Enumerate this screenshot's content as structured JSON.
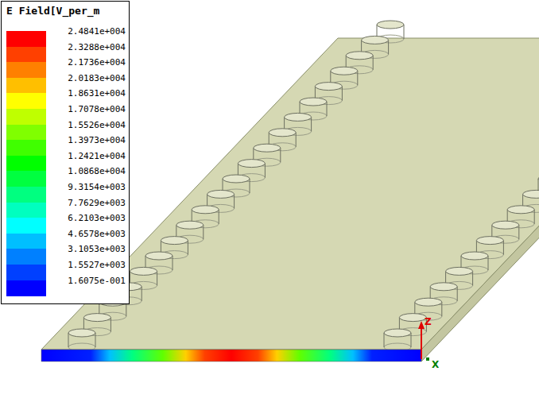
{
  "diagram": {
    "title": "E Field[V_per_m",
    "labels": [
      "Z",
      "X"
    ],
    "legend": [
      {
        "text": "2.4841e+004",
        "color": "#ff0000"
      },
      {
        "text": "2.3288e+004",
        "color": "#ff4000"
      },
      {
        "text": "2.1736e+004",
        "color": "#ff8000"
      },
      {
        "text": "2.0183e+004",
        "color": "#ffbf00"
      },
      {
        "text": "1.8631e+004",
        "color": "#ffff00"
      },
      {
        "text": "1.7078e+004",
        "color": "#bfff00"
      },
      {
        "text": "1.5526e+004",
        "color": "#80ff00"
      },
      {
        "text": "1.3973e+004",
        "color": "#40ff00"
      },
      {
        "text": "1.2421e+004",
        "color": "#00ff00"
      },
      {
        "text": "1.0868e+004",
        "color": "#00ff40"
      },
      {
        "text": "9.3154e+003",
        "color": "#00ff80"
      },
      {
        "text": "7.7629e+003",
        "color": "#00ffbf"
      },
      {
        "text": "6.2103e+003",
        "color": "#00ffff"
      },
      {
        "text": "4.6578e+003",
        "color": "#00bfff"
      },
      {
        "text": "3.1053e+003",
        "color": "#0080ff"
      },
      {
        "text": "1.5527e+003",
        "color": "#0040ff"
      },
      {
        "text": "1.6075e-001",
        "color": "#0000ff"
      }
    ]
  }
}
